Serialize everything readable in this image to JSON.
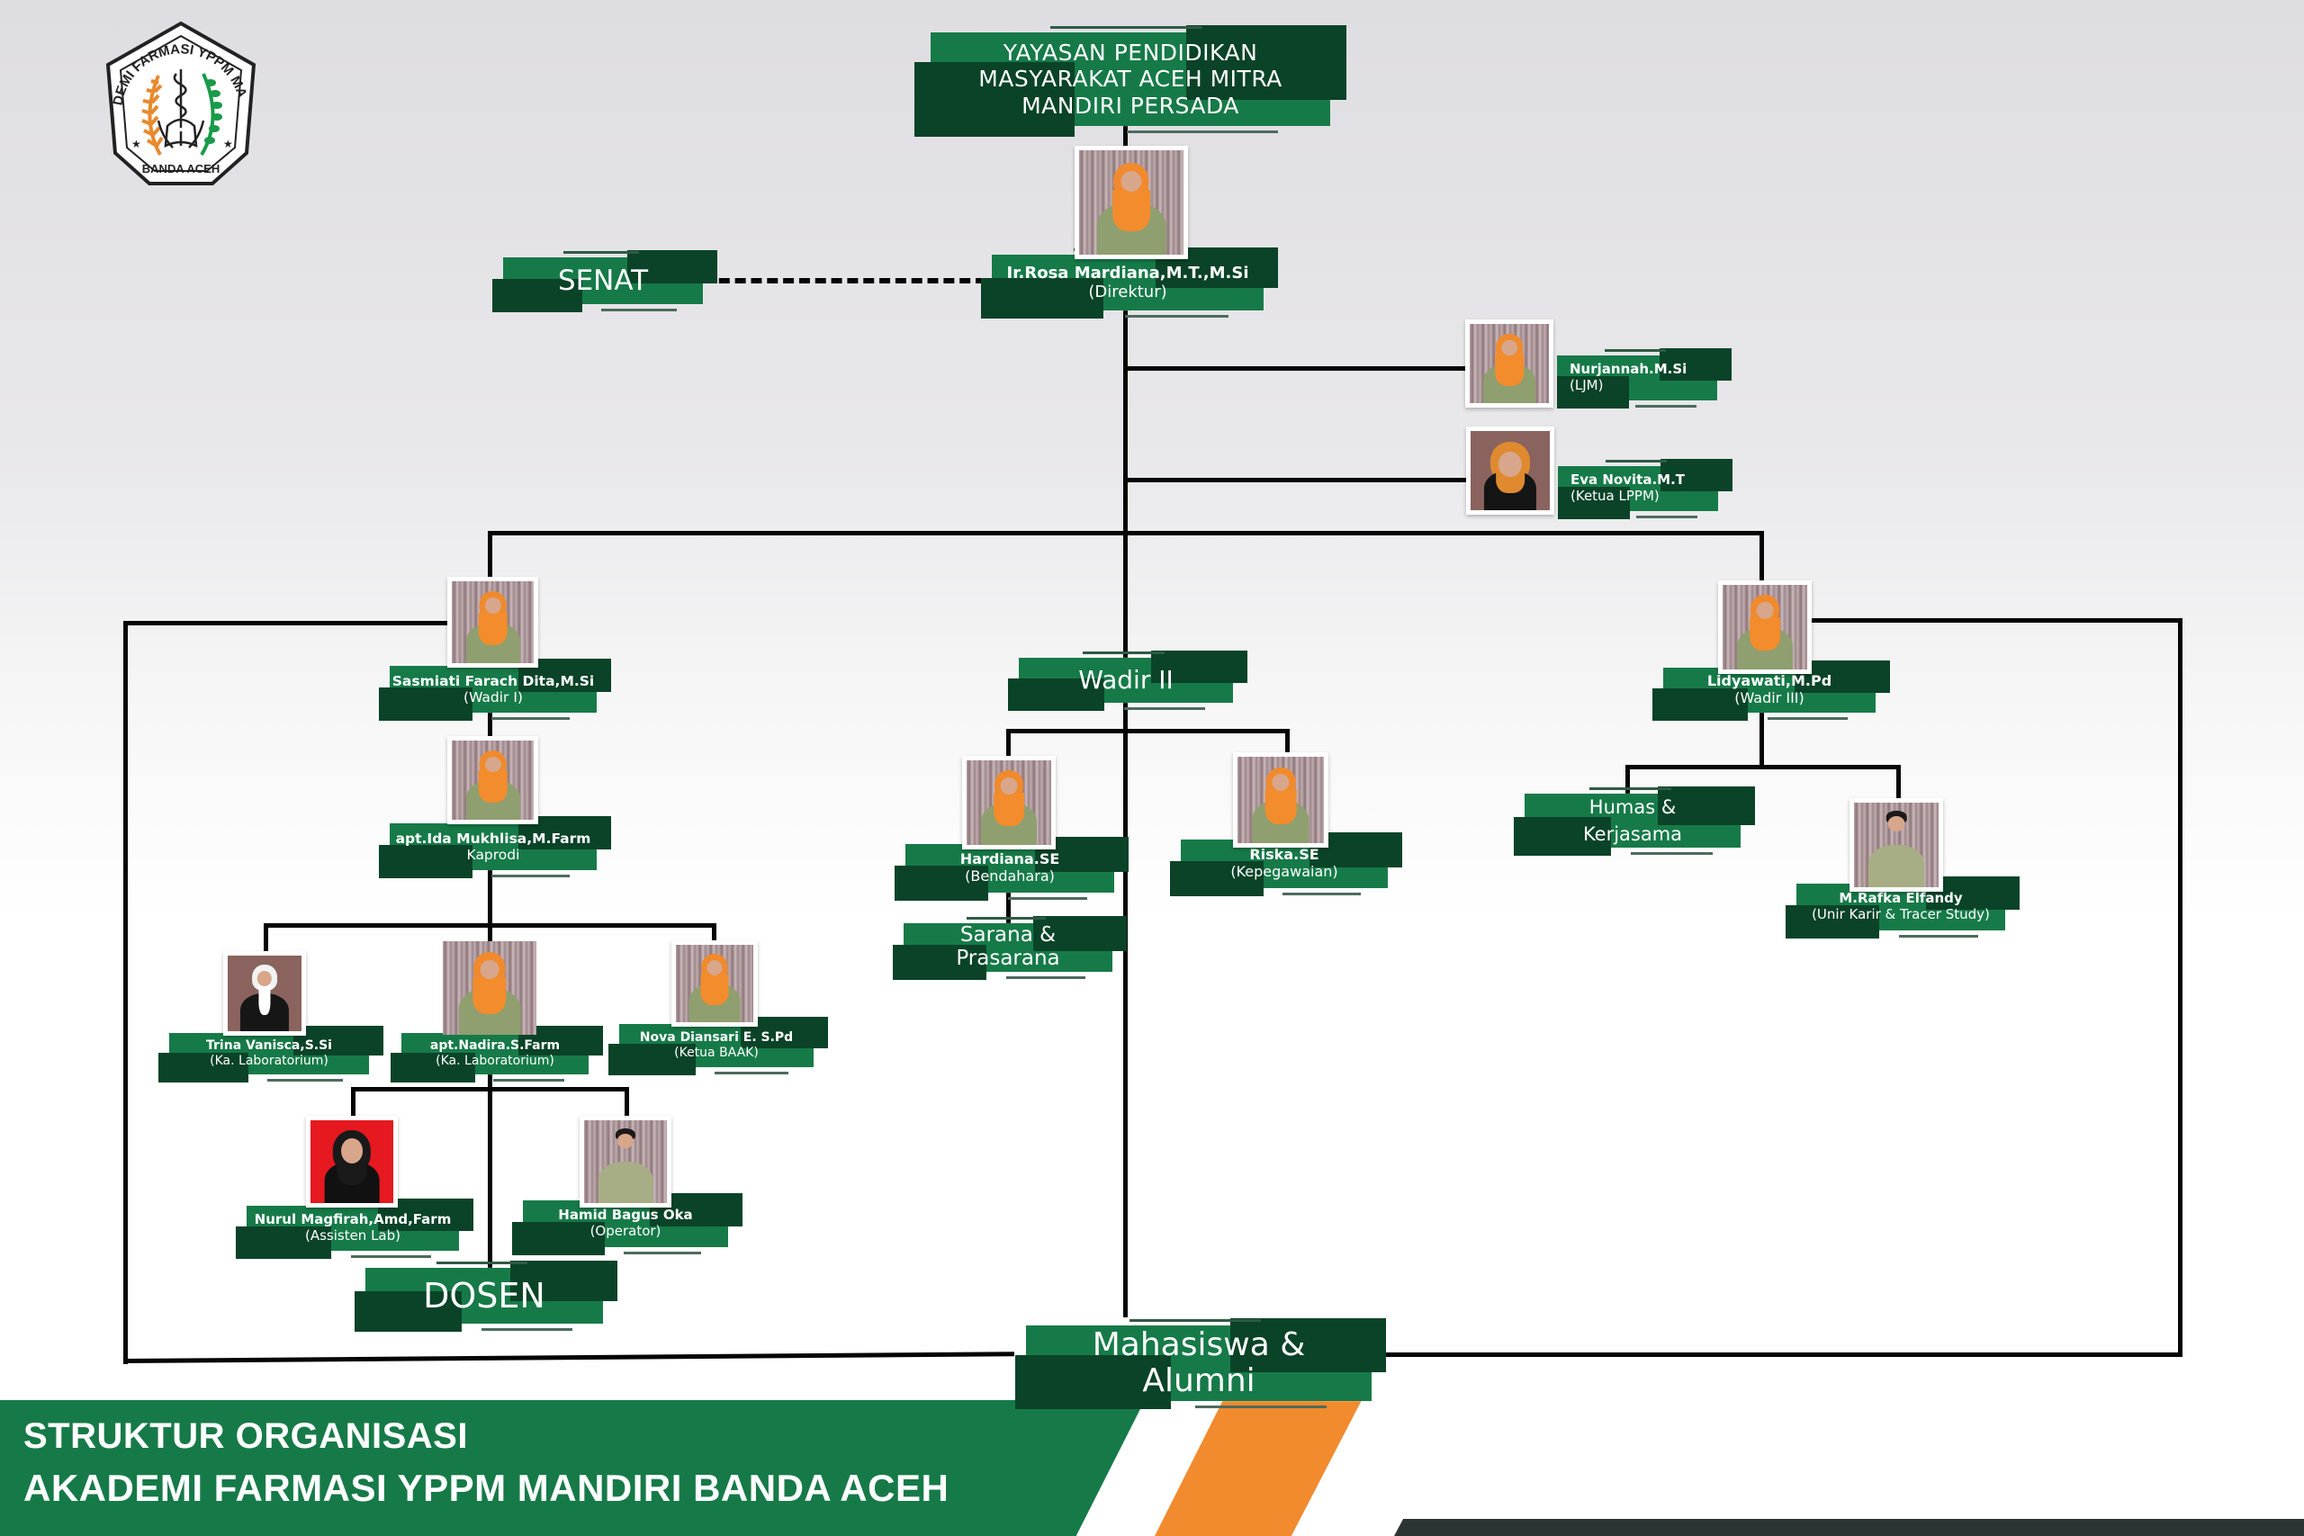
{
  "logo": {
    "top_text": "AKADEMI FARMASI YPPM MANDIRI",
    "bottom_text": "BANDA ACEH",
    "colors": {
      "wheat": "#e8892e",
      "leaves": "#1a9a4a",
      "outline": "#222222"
    }
  },
  "colors": {
    "box_green": "#167a48",
    "box_shadow": "#0a4328",
    "connector": "#050505",
    "accent_orange": "#f28a2e",
    "footer_dark": "#2c3335"
  },
  "org": {
    "foundation": {
      "line1": "YAYASAN PENDIDIKAN",
      "line2": "MASYARAKAT ACEH MITRA",
      "line3": "MANDIRI PERSADA"
    },
    "senat": {
      "label": "SENAT"
    },
    "direktur": {
      "name": "Ir.Rosa Mardiana,M.T.,M.Si",
      "role": "(Direktur)"
    },
    "ljm": {
      "name": "Nurjannah.M.Si",
      "role": "(LJM)"
    },
    "lppm": {
      "name": "Eva Novita.M.T",
      "role": "(Ketua LPPM)"
    },
    "wadir1": {
      "name": "Sasmiati Farach Dita,M.Si",
      "role": "(Wadir I)"
    },
    "kaprodi": {
      "name": "apt.Ida Mukhlisa,M.Farm",
      "role": "Kaprodi"
    },
    "lab1": {
      "name": "Trina Vanisca,S.Si",
      "role": "(Ka. Laboratorium)"
    },
    "lab2": {
      "name": "apt.Nadira.S.Farm",
      "role": "(Ka. Laboratorium)"
    },
    "baak": {
      "name": "Nova Diansari E. S.Pd",
      "role": "(Ketua BAAK)"
    },
    "asisten": {
      "name": "Nurul Magfirah,Amd,Farm",
      "role": "(Assisten Lab)"
    },
    "operator": {
      "name": "Hamid Bagus Oka",
      "role": "(Operator)"
    },
    "dosen": {
      "label": "DOSEN"
    },
    "wadir2": {
      "label": "Wadir II"
    },
    "bendahara": {
      "name": "Hardiana.SE",
      "role": "(Bendahara)"
    },
    "sarana": {
      "line1": "Sarana &",
      "line2": "Prasarana"
    },
    "kepegawaian": {
      "name": "Riska.SE",
      "role": "(Kepegawaian)"
    },
    "wadir3": {
      "name": "Lidyawati,M.Pd",
      "role": "(Wadir III)"
    },
    "humas": {
      "line1": "Humas &",
      "line2": "Kerjasama"
    },
    "karir": {
      "name": "M.Rafka Elfandy",
      "role": "(Unir Karir & Tracer Study)"
    },
    "mahasiswa": {
      "line1": "Mahasiswa &",
      "line2": "Alumni"
    }
  },
  "footer": {
    "title_line1": "STRUKTUR ORGANISASI",
    "title_line2": "AKADEMI FARMASI YPPM MANDIRI BANDA ACEH"
  }
}
